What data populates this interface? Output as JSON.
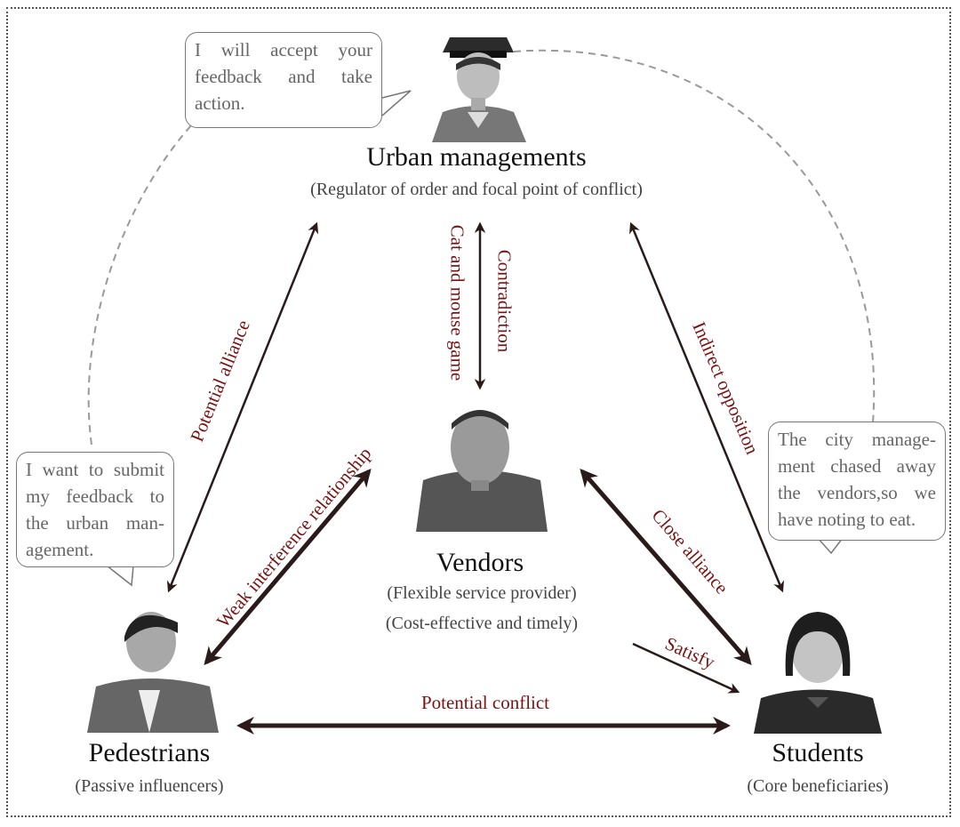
{
  "nodes": {
    "urban": {
      "title": "Urban managements",
      "subtitle": "(Regulator of order and focal point of conflict)"
    },
    "vendors": {
      "title": "Vendors",
      "subtitle_1": "(Flexible service provider)",
      "subtitle_2": "(Cost-effective and timely)"
    },
    "pedestrians": {
      "title": "Pedestrians",
      "subtitle": "(Passive influencers)"
    },
    "students": {
      "title": "Students",
      "subtitle": "(Core beneficiaries)"
    }
  },
  "relations": {
    "contradiction": "Contradiction",
    "cat_mouse": "Cat and mouse game",
    "potential_alliance": "Potential alliance",
    "indirect_opposition": "Indirect opposition",
    "weak_interference": "Weak interference relationship",
    "close_alliance": "Close alliance",
    "satisfy": "Satisfy",
    "potential_conflict": "Potential conflict"
  },
  "bubbles": {
    "urban": "I will accept your feedback and take action.",
    "pedestrians": "I want to submit my feedback to the urban man-agement.",
    "students": "The city manage-ment chased away the vendors,so we have noting to eat."
  },
  "colors": {
    "relation_text": "#7a1212",
    "arrow": "#2a1a1a",
    "dashed": "#999999"
  }
}
